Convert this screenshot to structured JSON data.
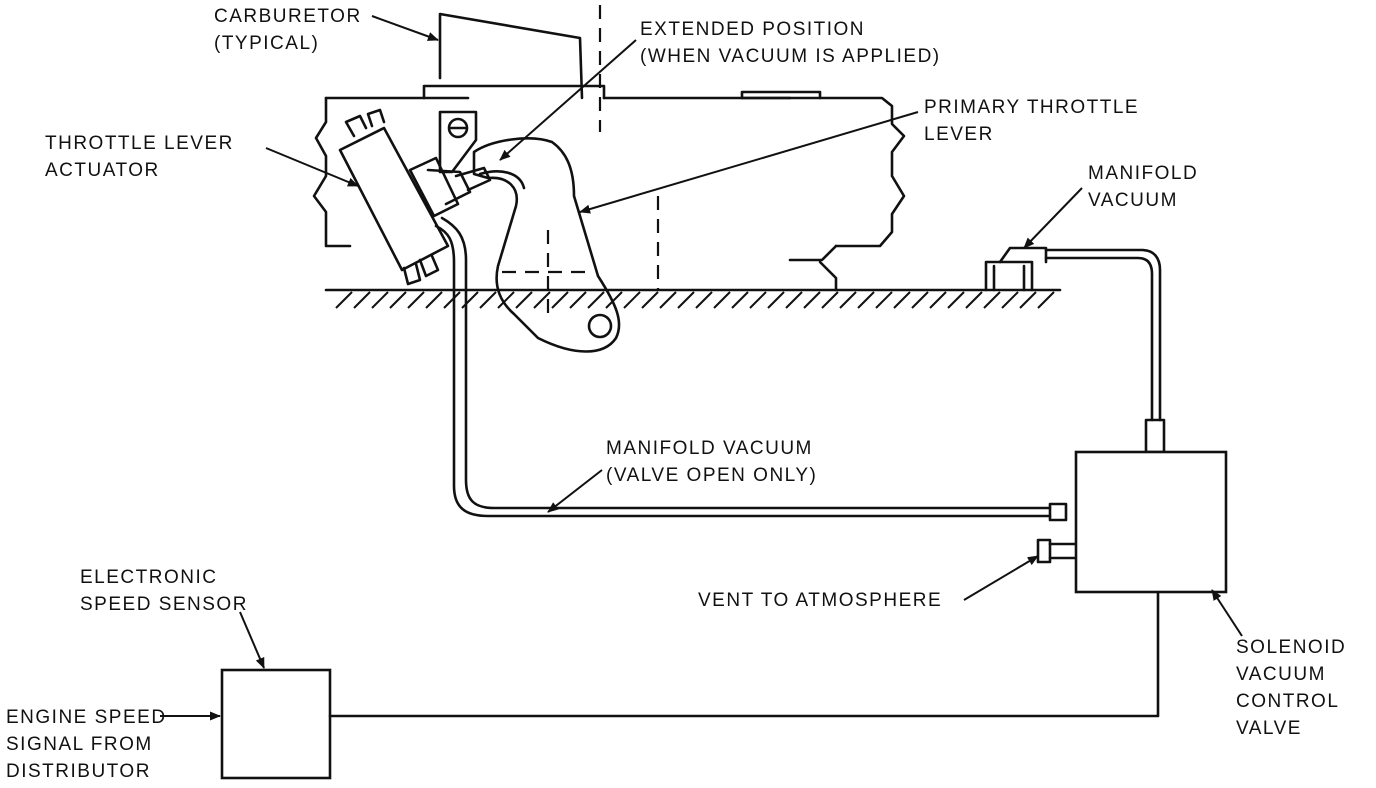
{
  "labels": {
    "carburetor": [
      "CARBURETOR",
      "(TYPICAL)"
    ],
    "extended_position": [
      "EXTENDED POSITION",
      "(WHEN VACUUM IS APPLIED)"
    ],
    "primary_throttle_lever": [
      "PRIMARY THROTTLE",
      "LEVER"
    ],
    "throttle_lever_actuator": [
      "THROTTLE LEVER",
      "ACTUATOR"
    ],
    "manifold_vacuum_top": [
      "MANIFOLD",
      "VACUUM"
    ],
    "manifold_vacuum_line": [
      "MANIFOLD VACUUM",
      "(VALVE OPEN ONLY)"
    ],
    "electronic_speed_sensor": [
      "ELECTRONIC",
      "SPEED SENSOR"
    ],
    "vent_to_atmosphere": [
      "VENT TO ATMOSPHERE"
    ],
    "solenoid_valve": [
      "SOLENOID",
      "VACUUM",
      "CONTROL",
      "VALVE"
    ],
    "engine_speed_signal": [
      "ENGINE SPEED",
      "SIGNAL FROM",
      "DISTRIBUTOR"
    ]
  }
}
